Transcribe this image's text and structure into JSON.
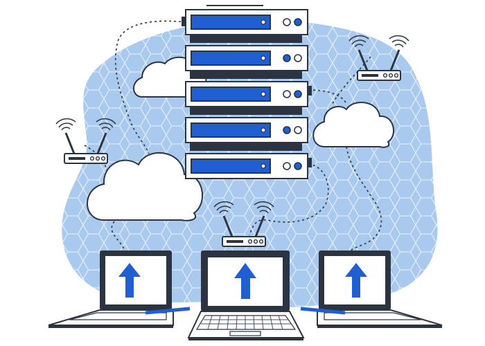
{
  "palette": {
    "blob": "#a9c9ef",
    "hex_line": "#ffffff",
    "outline": "#2b3440",
    "accent": "#1f5fd1",
    "panel": "#ffffff"
  },
  "server_rack": {
    "units": [
      {
        "led_left": "empty",
        "led_right": "filled"
      },
      {
        "led_left": "filled",
        "led_right": "empty"
      },
      {
        "led_left": "empty",
        "led_right": "filled"
      },
      {
        "led_left": "filled",
        "led_right": "empty"
      },
      {
        "led_left": "empty",
        "led_right": "filled"
      }
    ]
  },
  "clouds": [
    "cloud-top-left",
    "cloud-right",
    "cloud-bottom-left"
  ],
  "routers": [
    "router-left",
    "router-top-right",
    "router-center"
  ],
  "laptops": [
    {
      "name": "laptop-left",
      "icon": "upload-arrow-icon"
    },
    {
      "name": "laptop-center",
      "icon": "upload-arrow-icon"
    },
    {
      "name": "laptop-right",
      "icon": "upload-arrow-icon"
    }
  ]
}
